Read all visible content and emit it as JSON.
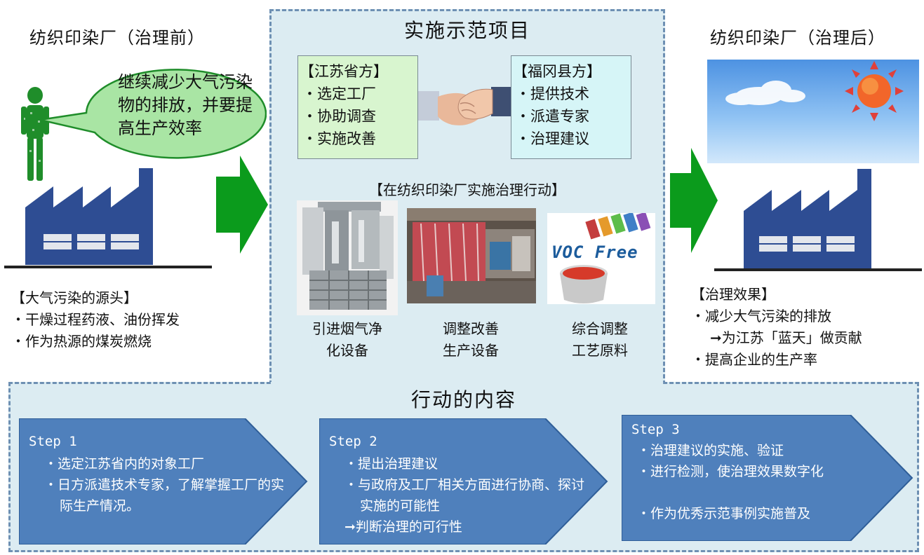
{
  "left": {
    "title": "纺织印染厂（治理前）",
    "speech": "继续减少大气污染物的排放，并要提高生产效率",
    "source_heading": "【大气污染的源头】",
    "source_items": [
      "・干燥过程药液、油份挥发",
      "・作为热源的煤炭燃烧"
    ]
  },
  "center": {
    "title": "实施示范项目",
    "jiangsu": {
      "heading": "【江苏省方】",
      "items": [
        "・选定工厂",
        "・协助调查",
        "・实施改善"
      ]
    },
    "fukuoka": {
      "heading": "【福冈县方】",
      "items": [
        "・提供技术",
        "・派遣专家",
        "・治理建议"
      ]
    },
    "action_heading": "【在纺织印染厂实施治理行动】",
    "captions": [
      {
        "line1": "引进烟气净",
        "line2": "化设备"
      },
      {
        "line1": "调整改善",
        "line2": "生产设备"
      },
      {
        "line1": "综合调整",
        "line2": "工艺原料"
      }
    ],
    "voc_label": "VOC Free"
  },
  "right": {
    "title": "纺织印染厂（治理后）",
    "effect_heading": "【治理效果】",
    "effect_items": [
      "・减少大气污染的排放",
      "➞为江苏「蓝天」做贡献",
      "・提高企业的生产率"
    ]
  },
  "bottom": {
    "title": "行动的内容",
    "steps": [
      {
        "label": "Step 1",
        "items": [
          "・选定江苏省内的对象工厂",
          "・日方派遣技术专家，了解掌握工厂的实际生产情况。"
        ]
      },
      {
        "label": "Step 2",
        "items": [
          "・提出治理建议",
          "・与政府及工厂相关方面进行协商、探讨实施的可能性",
          "➞判断治理的可行性"
        ]
      },
      {
        "label": "Step 3",
        "items": [
          "・治理建议的实施、验证",
          "・进行检测，使治理效果数字化",
          "・作为优秀示范事例实施普及"
        ]
      }
    ]
  },
  "colors": {
    "dashed_border": "#6e90b3",
    "panel_fill": "#dcecf2",
    "step_fill": "#4f80bc",
    "arrow_green": "#0b9b1c",
    "factory_blue": "#2e4d93",
    "jiangsu_box": "#d8f5cf",
    "fukuoka_box": "#d6f5f7",
    "speech_fill": "#a9e5a4"
  }
}
